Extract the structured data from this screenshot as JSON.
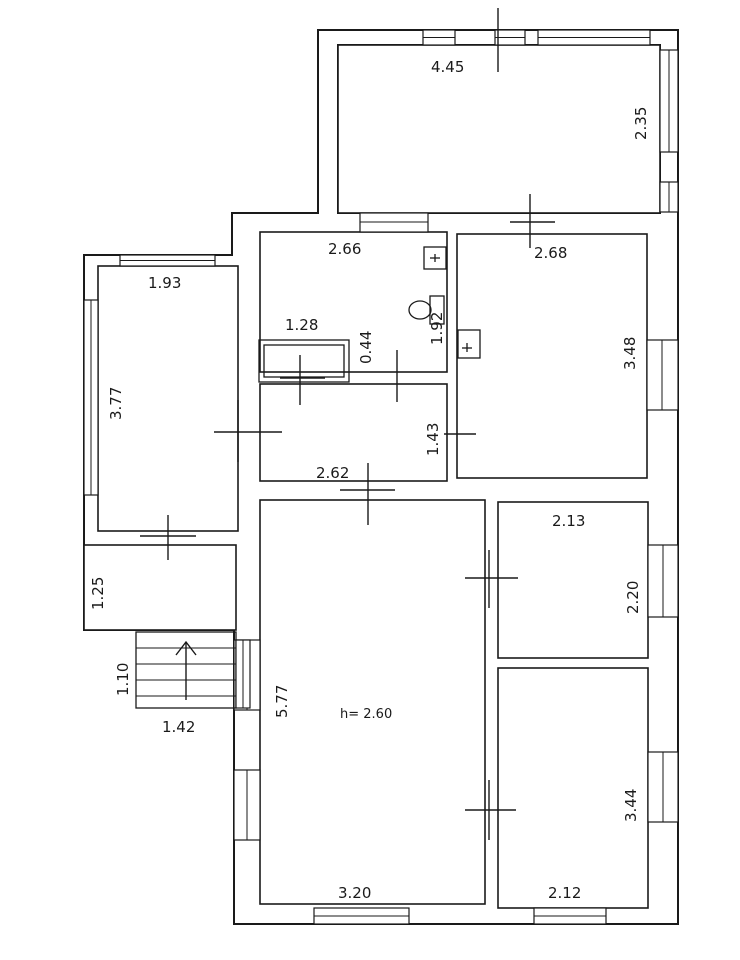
{
  "rooms": [
    {
      "id": "top-room",
      "width_label": "4.45",
      "height_label": "2.35"
    },
    {
      "id": "bathroom",
      "width_label": "2.66",
      "height_label": "1.92"
    },
    {
      "id": "bathtub",
      "width_label": "1.28",
      "height_label": "0.44"
    },
    {
      "id": "right-room",
      "width_label": "2.68",
      "height_label": "3.48"
    },
    {
      "id": "left-room",
      "width_label": "1.93",
      "height_label": "3.77"
    },
    {
      "id": "hall",
      "width_label": "2.62",
      "height_label": "1.43"
    },
    {
      "id": "vestibule",
      "height_label": "1.25"
    },
    {
      "id": "porch",
      "width_label": "1.42",
      "height_label": "1.10"
    },
    {
      "id": "living-room",
      "width_label": "3.20",
      "height_label": "5.77",
      "ceiling_label": "h= 2.60"
    },
    {
      "id": "small-room",
      "width_label": "2.13",
      "height_label": "2.20"
    },
    {
      "id": "bottom-right-room",
      "width_label": "2.12",
      "height_label": "3.44"
    }
  ]
}
